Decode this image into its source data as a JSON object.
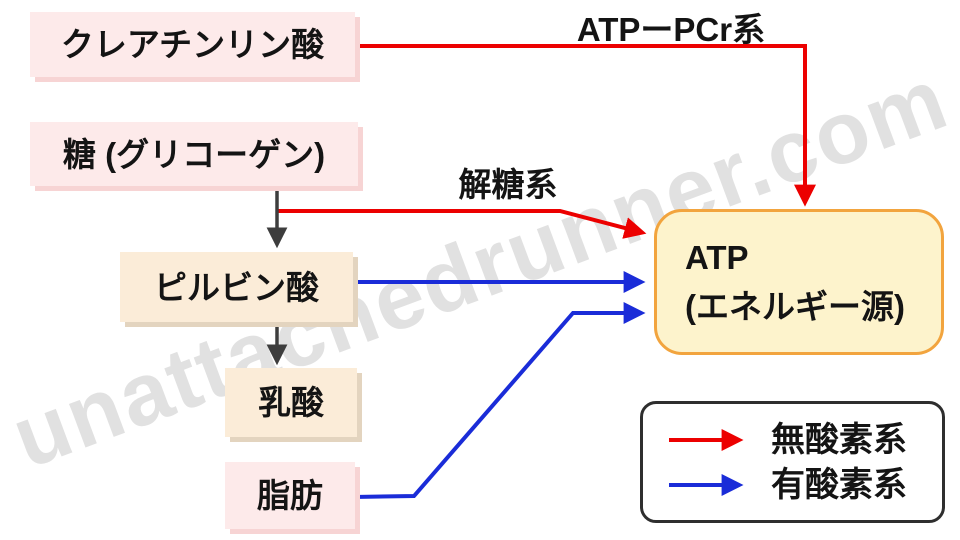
{
  "diagram_title": "energy-systems-flow",
  "nodes": {
    "creatine": {
      "label": "クレアチンリン酸"
    },
    "glycogen": {
      "label": "糖 (グリコーゲン)"
    },
    "pyruvate": {
      "label": "ピルビン酸"
    },
    "lactate": {
      "label": "乳酸"
    },
    "fat": {
      "label": "脂肪"
    },
    "atp": {
      "line1": "ATP",
      "line2": "(エネルギー源)"
    }
  },
  "edge_labels": {
    "atp_pcr": "ATPーPCr系",
    "glycolysis": "解糖系"
  },
  "edges": [
    {
      "from": "creatine",
      "to": "atp",
      "type": "anaerobic",
      "color": "#ec0000"
    },
    {
      "from": "glycogen",
      "to": "atp",
      "type": "anaerobic",
      "color": "#ec0000",
      "label": "解糖系"
    },
    {
      "from": "glycogen",
      "to": "pyruvate",
      "type": "step",
      "color": "#3d3d3d"
    },
    {
      "from": "pyruvate",
      "to": "lactate",
      "type": "step",
      "color": "#3d3d3d"
    },
    {
      "from": "pyruvate",
      "to": "atp",
      "type": "aerobic",
      "color": "#1a2cd8"
    },
    {
      "from": "fat",
      "to": "atp",
      "type": "aerobic",
      "color": "#1a2cd8"
    }
  ],
  "legend": {
    "items": [
      {
        "label": "無酸素系",
        "color": "#ec0000"
      },
      {
        "label": "有酸素系",
        "color": "#1a2cd8"
      }
    ]
  },
  "watermark": {
    "text": "unattachedrunner.com"
  },
  "colors": {
    "red": "#ec0000",
    "blue": "#1a2cd8",
    "dark": "#3d3d3d",
    "text": "#141414",
    "pink_fill": "#fdeaea",
    "pink_shadow": "#f7d4d4",
    "peach_fill": "#fbecd8",
    "peach_shadow": "#e3d4bf",
    "atp_fill": "#fdf3cc",
    "atp_border": "#f2a43e",
    "legend_border": "#2e2e2e",
    "watermark": "#c9c9c9"
  }
}
